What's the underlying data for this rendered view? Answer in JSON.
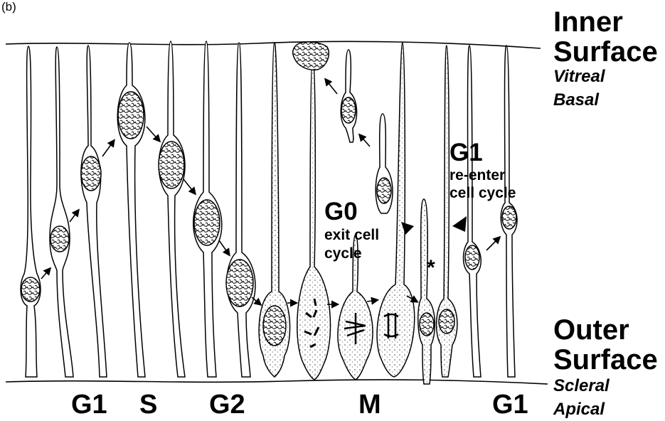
{
  "panel_label": "(b)",
  "inner_surface": {
    "line1": "Inner",
    "line2": "Surface",
    "sub1": "Vitreal",
    "sub2": "Basal"
  },
  "outer_surface": {
    "line1": "Outer",
    "line2": "Surface",
    "sub1": "Scleral",
    "sub2": "Apical"
  },
  "g0": {
    "title": "G0",
    "line1": "exit cell",
    "line2": "cycle"
  },
  "g1_reenter": {
    "title": "G1",
    "line1": "re-enter",
    "line2": "cell cycle"
  },
  "asterisk": "*",
  "phases": [
    "G1",
    "S",
    "G2",
    "M",
    "G1"
  ],
  "colors": {
    "ink": "#000000",
    "cytoplasm": "#f2f2f2",
    "background": "#ffffff"
  }
}
